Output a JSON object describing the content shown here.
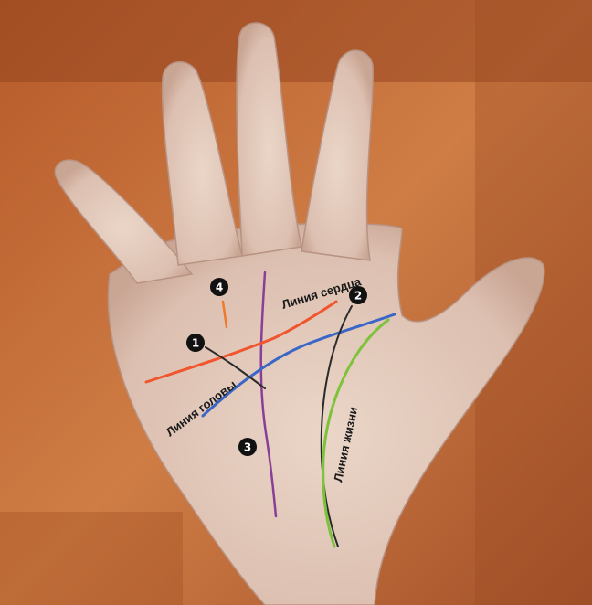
{
  "labels": {
    "heart_line": "Линия сердца",
    "head_line": "Линия головы",
    "life_line": "Линия жизни"
  },
  "markers": [
    "1",
    "2",
    "3",
    "4"
  ],
  "colors": {
    "background_dark": "#9a4a22",
    "background_mid": "#c8783e",
    "skin": "#e6cdbd",
    "skin_shadow": "#c9a594",
    "heart_line": "#f0552e",
    "head_line": "#3a66c8",
    "life_line": "#7cc23a",
    "fate_line": "#8a3f96",
    "connector_line": "#2a2a2a",
    "apollo_line": "#f07a2a",
    "marker_fill": "#111111"
  }
}
